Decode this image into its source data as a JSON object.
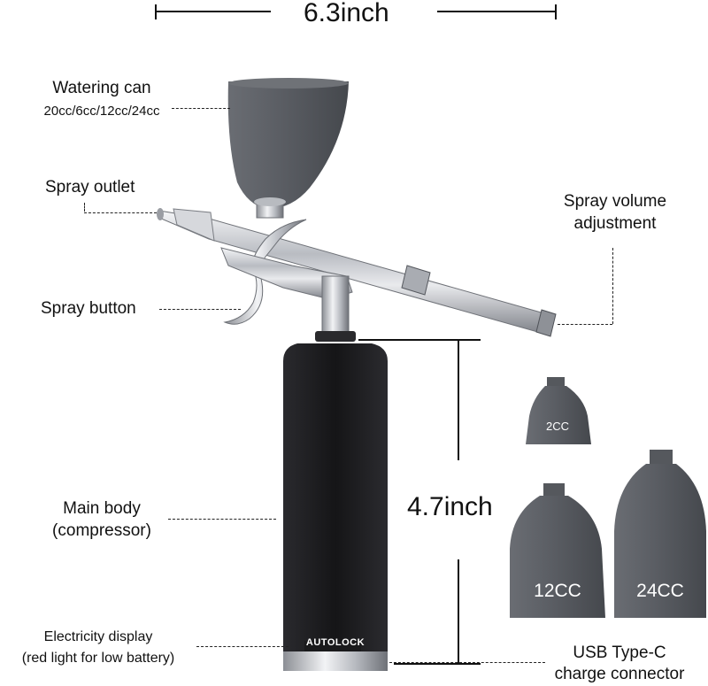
{
  "dimensions": {
    "width_label": "6.3inch",
    "height_label": "4.7inch"
  },
  "callouts": {
    "watering_can": "Watering can",
    "cup_sizes": "20cc/6cc/12cc/24cc",
    "spray_outlet": "Spray outlet",
    "spray_button": "Spray button",
    "spray_volume_line1": "Spray volume",
    "spray_volume_line2": "adjustment",
    "main_body_line1": "Main body",
    "main_body_line2": "(compressor)",
    "electricity_line1": "Electricity display",
    "electricity_line2": "(red light for low battery)",
    "usb_line1": "USB Type-C",
    "usb_line2": "charge connector"
  },
  "cups": {
    "small": "2CC",
    "medium": "12CC",
    "large": "24CC"
  },
  "brand": "AUTOLOCK",
  "colors": {
    "cup_gray": "#5a5d63",
    "body_black": "#1c1c1f",
    "chrome": "#c9ccd1"
  }
}
